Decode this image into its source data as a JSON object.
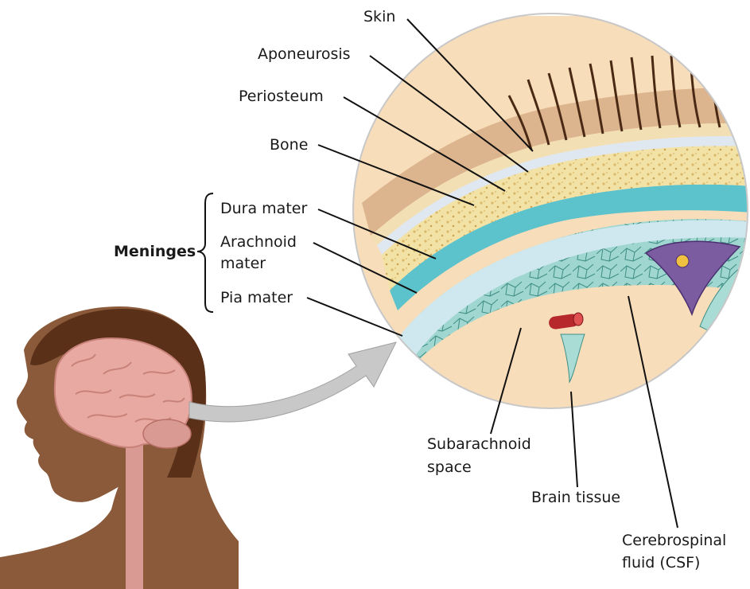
{
  "labels": {
    "skin": "Skin",
    "aponeurosis": "Aponeurosis",
    "periosteum": "Periosteum",
    "bone": "Bone",
    "dura": "Dura mater",
    "arachnoid_1": "Arachnoid",
    "arachnoid_2": "mater",
    "pia": "Pia mater",
    "meninges": "Meninges",
    "subarachnoid_1": "Subarachnoid",
    "subarachnoid_2": "space",
    "brain_tissue": "Brain tissue",
    "csf_1": "Cerebrospinal",
    "csf_2": "fluid (CSF)"
  },
  "colors": {
    "skin_layer": "#dcb48e",
    "hair": "#4a2a14",
    "aponeurosis": "#f3dfb4",
    "periosteum": "#dfe8f0",
    "bone": "#f2e0a0",
    "dura": "#5cc2cc",
    "arachnoid": "#f4e6a8",
    "pia_tissue": "#a9dcd4",
    "brain": "#f7ddb9",
    "venous_sinus": "#7c5ca0",
    "head_skin": "#8a5a3a",
    "head_hair": "#5a3018",
    "brain_pink": "#e7a9a1",
    "arrow": "#c8c8c8"
  }
}
